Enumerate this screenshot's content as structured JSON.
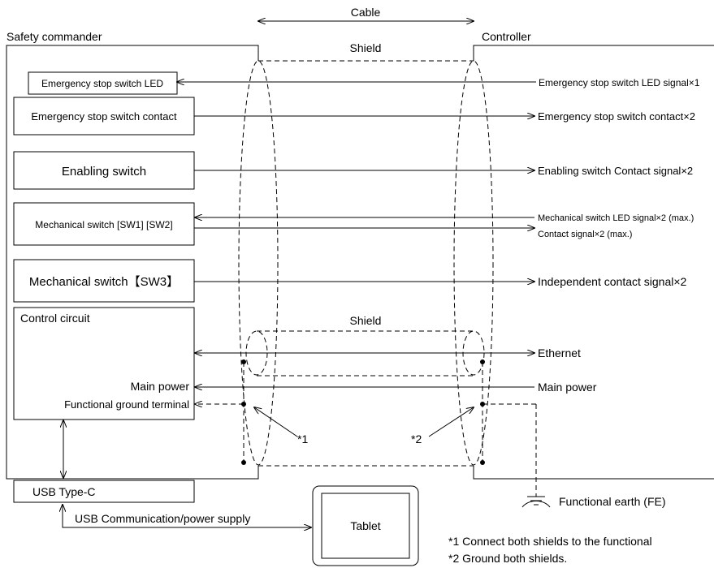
{
  "labels": {
    "cable": "Cable",
    "safety_commander": "Safety commander",
    "controller": "Controller",
    "shield_outer": "Shield",
    "shield_inner": "Shield"
  },
  "commander_blocks": {
    "estop_led": "Emergency stop switch LED",
    "estop_contact": "Emergency stop switch contact",
    "enabling_switch": "Enabling switch",
    "mech_sw12": "Mechanical switch [SW1] [SW2]",
    "mech_sw3": "Mechanical switch【SW3】",
    "control_circuit": "Control circuit",
    "main_power": "Main power",
    "fg_terminal": "Functional ground terminal",
    "usb_typec": "USB Type-C",
    "usb_comm": "USB Communication/power supply",
    "tablet": "Tablet"
  },
  "signals": {
    "estop_led": "Emergency stop switch LED signal×1",
    "estop_contact": "Emergency stop switch contact×2",
    "enabling": "Enabling switch Contact signal×2",
    "mech_led": "Mechanical switch LED signal×2 (max.)",
    "mech_contact": "Contact signal×2 (max.)",
    "independent": "Independent contact signal×2",
    "ethernet": "Ethernet",
    "main_power": "Main power",
    "fe": "Functional earth (FE)"
  },
  "callouts": {
    "c1": "*1",
    "c2": "*2"
  },
  "notes": {
    "n1": "*1 Connect both shields to the functional",
    "n2": "*2 Ground both shields."
  }
}
